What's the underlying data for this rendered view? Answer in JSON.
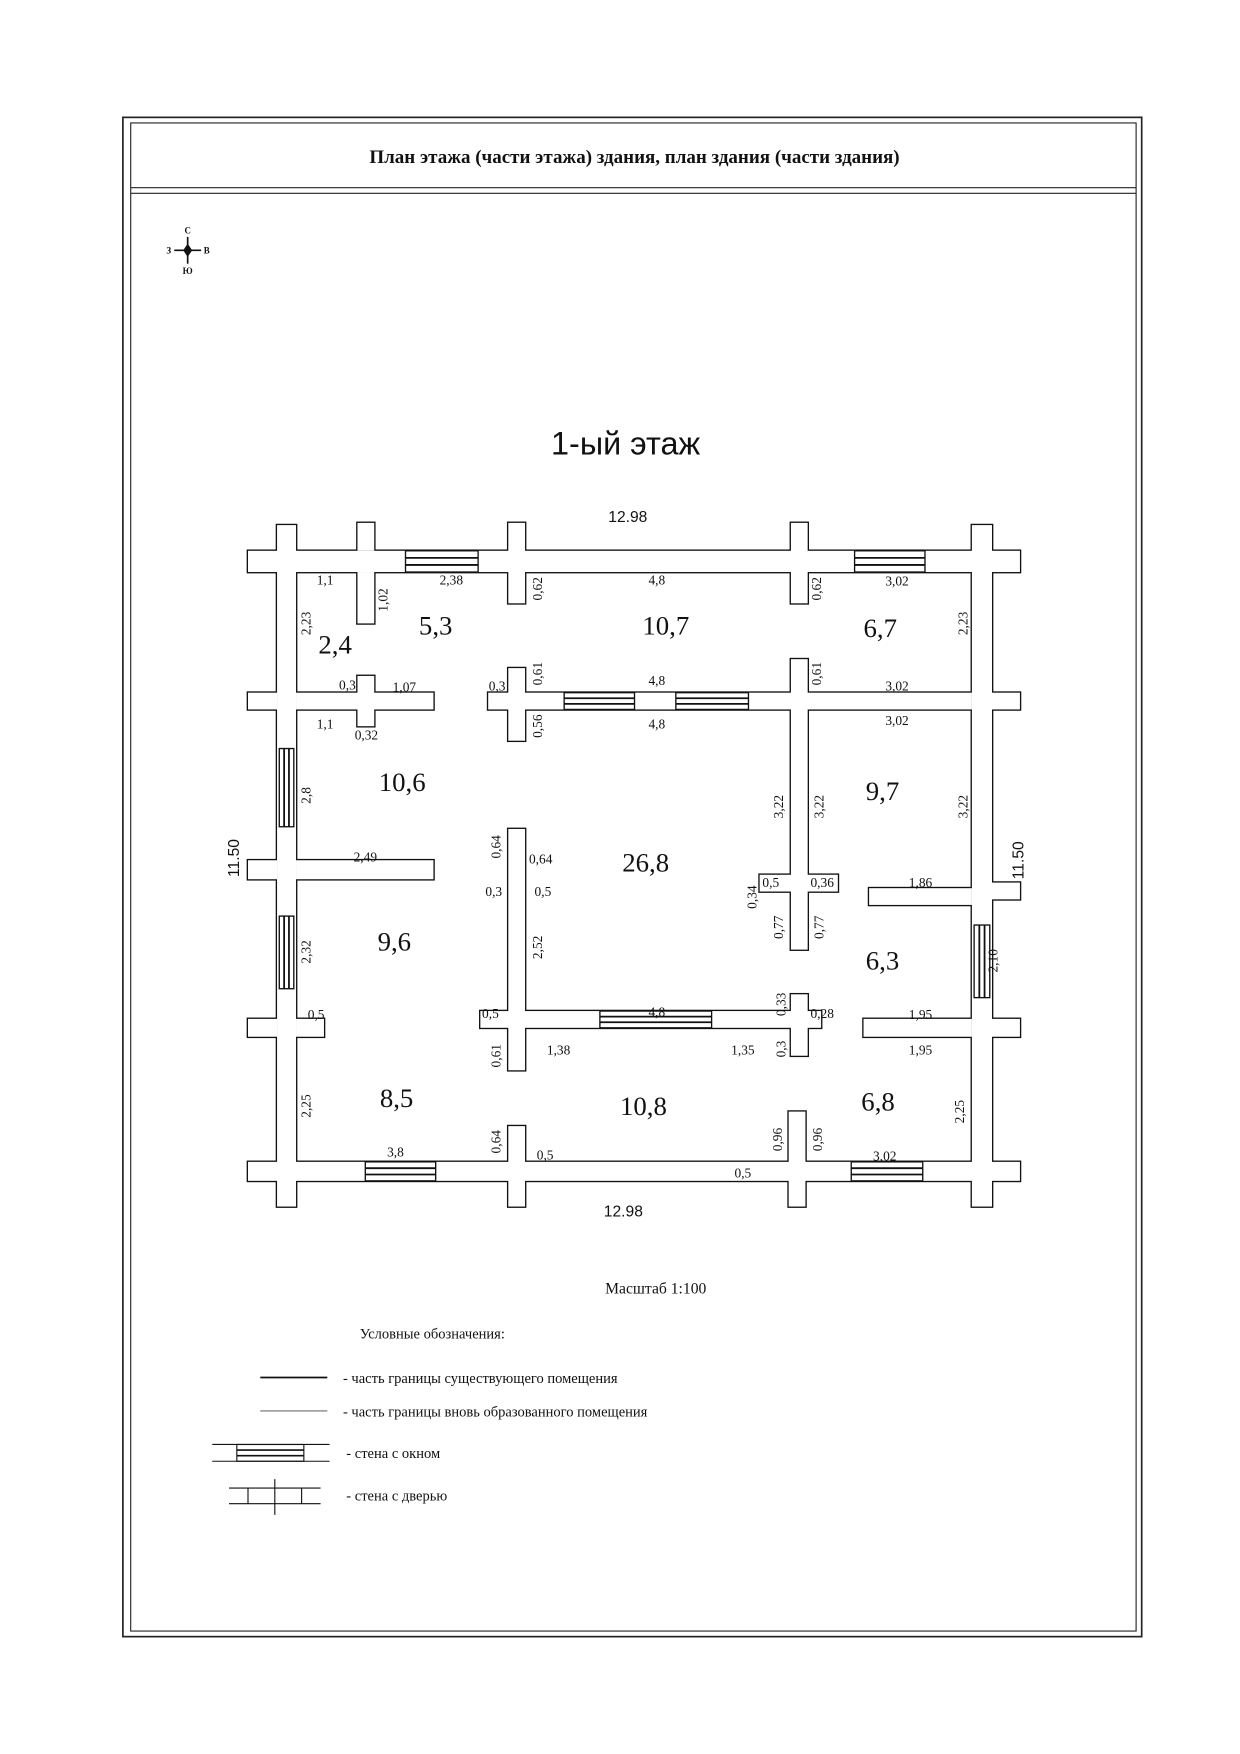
{
  "header": {
    "title": "План этажа (части этажа) здания, план здания (части здания)"
  },
  "compass": {
    "n": "С",
    "s": "Ю",
    "w": "З",
    "e": "В"
  },
  "plan": {
    "floor_title": "1-ый этаж",
    "rooms": [
      "2,4",
      "5,3",
      "10,7",
      "6,7",
      "10,6",
      "26,8",
      "9,7",
      "9,6",
      "6,3",
      "8,5",
      "10,8",
      "6,8"
    ],
    "dimensions": [
      "12.98",
      "12.98",
      "11.50",
      "11.50",
      "1,1",
      "1,02",
      "2,38",
      "0,62",
      "4,8",
      "0,62",
      "3,02",
      "2,23",
      "2,23",
      "0,3",
      "1,07",
      "1,1",
      "0,32",
      "0,3",
      "0,61",
      "0,56",
      "4,8",
      "4,8",
      "0,61",
      "3,02",
      "3,02",
      "2,8",
      "3,22",
      "3,22",
      "3,22",
      "2,49",
      "0,64",
      "0,64",
      "0,3",
      "0,5",
      "0,5",
      "0,36",
      "1,86",
      "0,34",
      "0,77",
      "0,77",
      "2,52",
      "2,32",
      "2,10",
      "0,5",
      "0,5",
      "4,8",
      "0,33",
      "0,28",
      "1,95",
      "0,61",
      "1,38",
      "1,35",
      "0,3",
      "1,95",
      "2,25",
      "2,25",
      "0,64",
      "0,5",
      "0,96",
      "0,96",
      "3,8",
      "3,02",
      "0,5"
    ]
  },
  "scale": "Масштаб 1:100",
  "legend": {
    "title": "Условные обозначения:",
    "items": [
      "- часть границы существующего помещения",
      "- часть границы вновь образованного помещения",
      "- стена с окном",
      "- стена с дверью"
    ]
  }
}
